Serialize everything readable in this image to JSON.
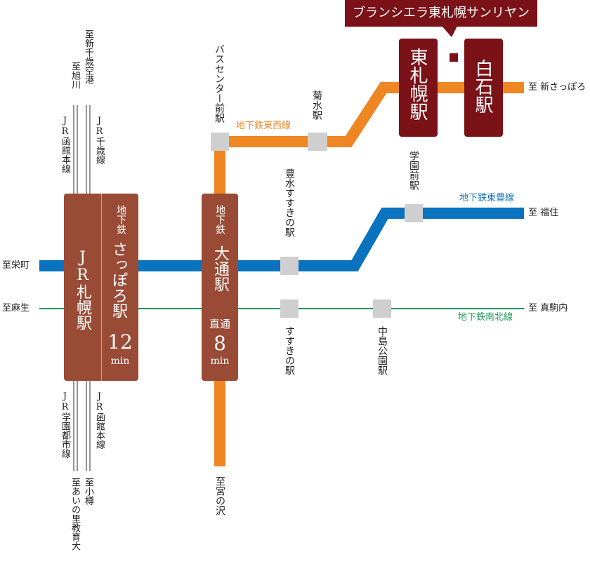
{
  "title": "ブランシエラ東札幌サンリヤン",
  "colors": {
    "tozai": "#ee8623",
    "toho": "#0a73be",
    "namboku": "#1e9a5a",
    "sapporo_box": "#9a4b35",
    "higashi_box": "#7a1218",
    "stop": "#cfcfcf",
    "jr_rail": "#6a6a6a"
  },
  "stations": {
    "jr_sapporo": "JR札幌駅",
    "subway_sapporo_prefix": "地下鉄",
    "subway_sapporo_name": "さっぽろ駅",
    "sapporo_minutes": "12",
    "sapporo_unit": "min",
    "odori_prefix": "地下鉄",
    "odori_name": "大通駅",
    "odori_direct": "直通",
    "odori_minutes": "8",
    "odori_unit": "min",
    "higashi_sapporo": "東札幌駅",
    "shiroishi": "白石駅",
    "bus_center": "バスセンター前駅",
    "kikusui": "菊水駅",
    "gakuen_mae": "学園前駅",
    "hosui_susukino": "豊水すすきの駅",
    "susukino": "すすきの駅",
    "nakajima_koen": "中島公園駅"
  },
  "lines": {
    "tozai": "地下鉄東西線",
    "toho": "地下鉄東豊線",
    "namboku": "地下鉄南北線",
    "jr_hakodate_north": "JR函館本線",
    "jr_chitose": "JR千歳線",
    "jr_gakuen_toshi": "JR学園都市線",
    "jr_hakodate_south": "JR函館本線"
  },
  "destinations": {
    "shin_chitose": "至新千歳空港",
    "asahikawa": "至旭川",
    "sakaemachi": "至栄町",
    "asabu": "至麻生",
    "shin_sapporo": "至 新さっぽろ",
    "fukuzumi": "至 福住",
    "makomanai": "至 真駒内",
    "miyanosawa": "至宮の沢",
    "otaru": "至小樽",
    "ainosato": "至あいの里教育大"
  }
}
